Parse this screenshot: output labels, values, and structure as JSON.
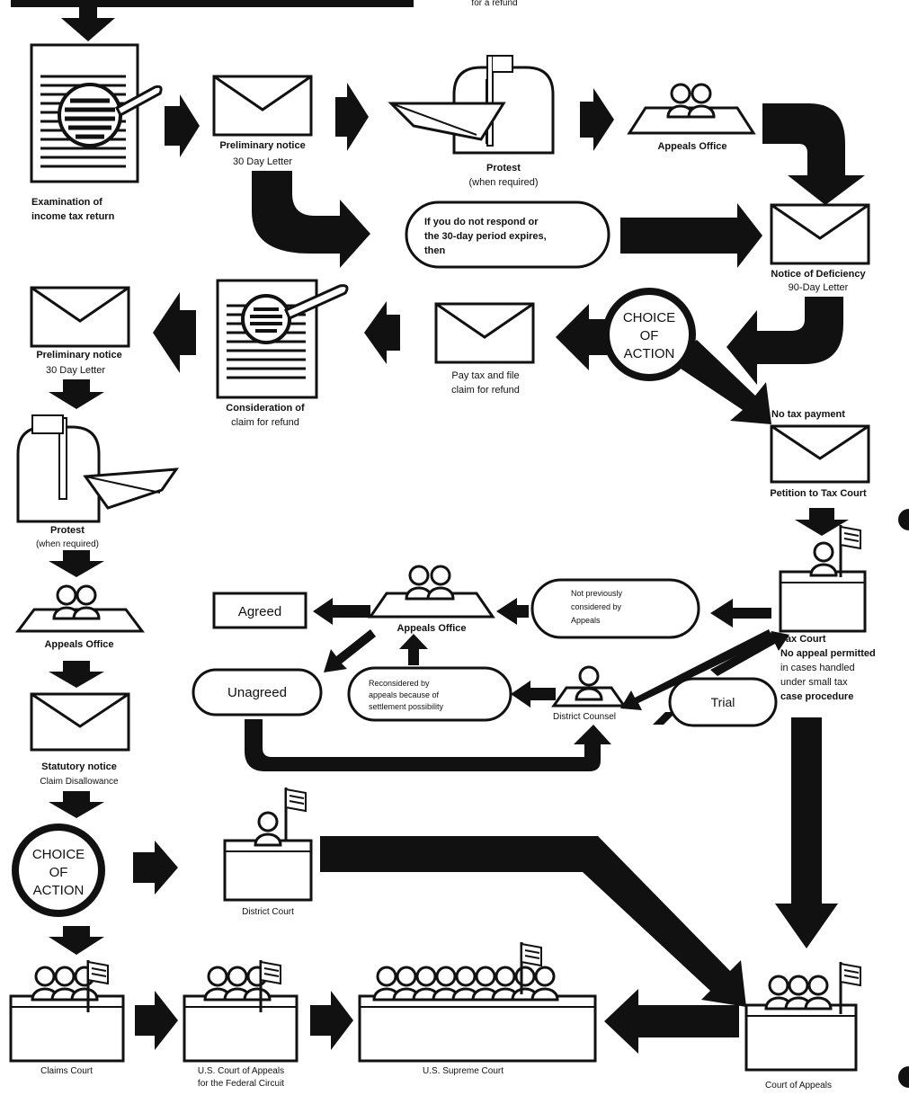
{
  "header": {
    "top_note": "for a refund"
  },
  "row1": {
    "exam_l1": "Examination of",
    "exam_l2": "income tax return",
    "prelim_l1": "Preliminary notice",
    "prelim_l2": "30 Day Letter",
    "protest_l1": "Protest",
    "protest_l2": "(when required)",
    "appeals": "Appeals Office"
  },
  "row2": {
    "noresp_l1": "If you do not respond or",
    "noresp_l2": "the 30-day period expires,",
    "noresp_l3": "then",
    "nod_l1": "Notice of Deficiency",
    "nod_l2": "90-Day Letter"
  },
  "row3": {
    "left_prelim_l1": "Preliminary notice",
    "left_prelim_l2": "30 Day Letter",
    "consid_l1": "Consideration of",
    "consid_l2": "claim for refund",
    "pay_l1": "Pay tax and file",
    "pay_l2": "claim for refund",
    "choice_l1": "CHOICE",
    "choice_l2": "OF",
    "choice_l3": "ACTION",
    "no_tax": "No tax payment",
    "petition": "Petition to Tax Court"
  },
  "left_col": {
    "protest_l1": "Protest",
    "protest_l2": "(when required)",
    "appeals": "Appeals Office",
    "stat_l1": "Statutory notice",
    "stat_l2": "Claim Disallowance",
    "choice_l1": "CHOICE",
    "choice_l2": "OF",
    "choice_l3": "ACTION"
  },
  "middle": {
    "agreed": "Agreed",
    "appeals": "Appeals Office",
    "notprev_l1": "Not previously",
    "notprev_l2": "considered by",
    "notprev_l3": "Appeals",
    "unagreed": "Unagreed",
    "recon_l1": "Reconsidered by",
    "recon_l2": "appeals because of",
    "recon_l3": "settlement possibility",
    "district_counsel": "District Counsel",
    "trial": "Trial",
    "tax_court": "Tax Court",
    "tc_note_l1": "No appeal permitted",
    "tc_note_l2": "in cases handled",
    "tc_note_l3": "under small tax",
    "tc_note_l4": "case procedure"
  },
  "bottom": {
    "district_court": "District Court",
    "claims_court": "Claims Court",
    "ca_fed_l1": "U.S. Court of Appeals",
    "ca_fed_l2": "for the Federal Circuit",
    "supreme": "U.S. Supreme Court",
    "court_appeals": "Court of Appeals"
  }
}
